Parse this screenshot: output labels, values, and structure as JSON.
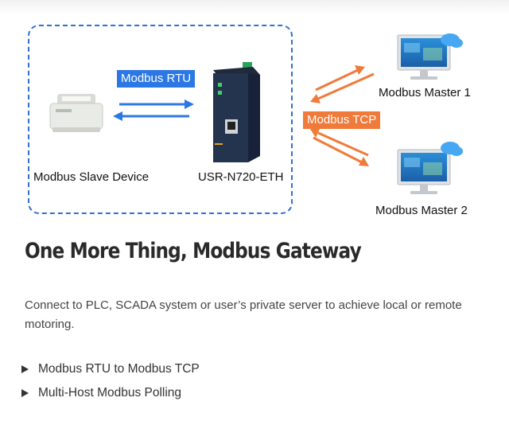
{
  "diagram": {
    "rtu_tag": "Modbus RTU",
    "tcp_tag": "Modbus TCP",
    "slave_label": "Modbus Slave Device",
    "gateway_label": "USR-N720-ETH",
    "master1_label": "Modbus Master 1",
    "master2_label": "Modbus Master 2",
    "colors": {
      "blue": "#2b78e4",
      "orange": "#f07a3a",
      "dashed": "#2f6fd6"
    },
    "icons": [
      "printer-icon",
      "gateway-device-icon",
      "monitor-cloud-icon"
    ]
  },
  "section": {
    "title": "One More Thing, Modbus Gateway",
    "description": "Connect to PLC, SCADA system or user’s private server to achieve local or remote motoring.",
    "bullets": [
      "Modbus RTU to Modbus TCP",
      "Multi-Host Modbus Polling"
    ]
  }
}
